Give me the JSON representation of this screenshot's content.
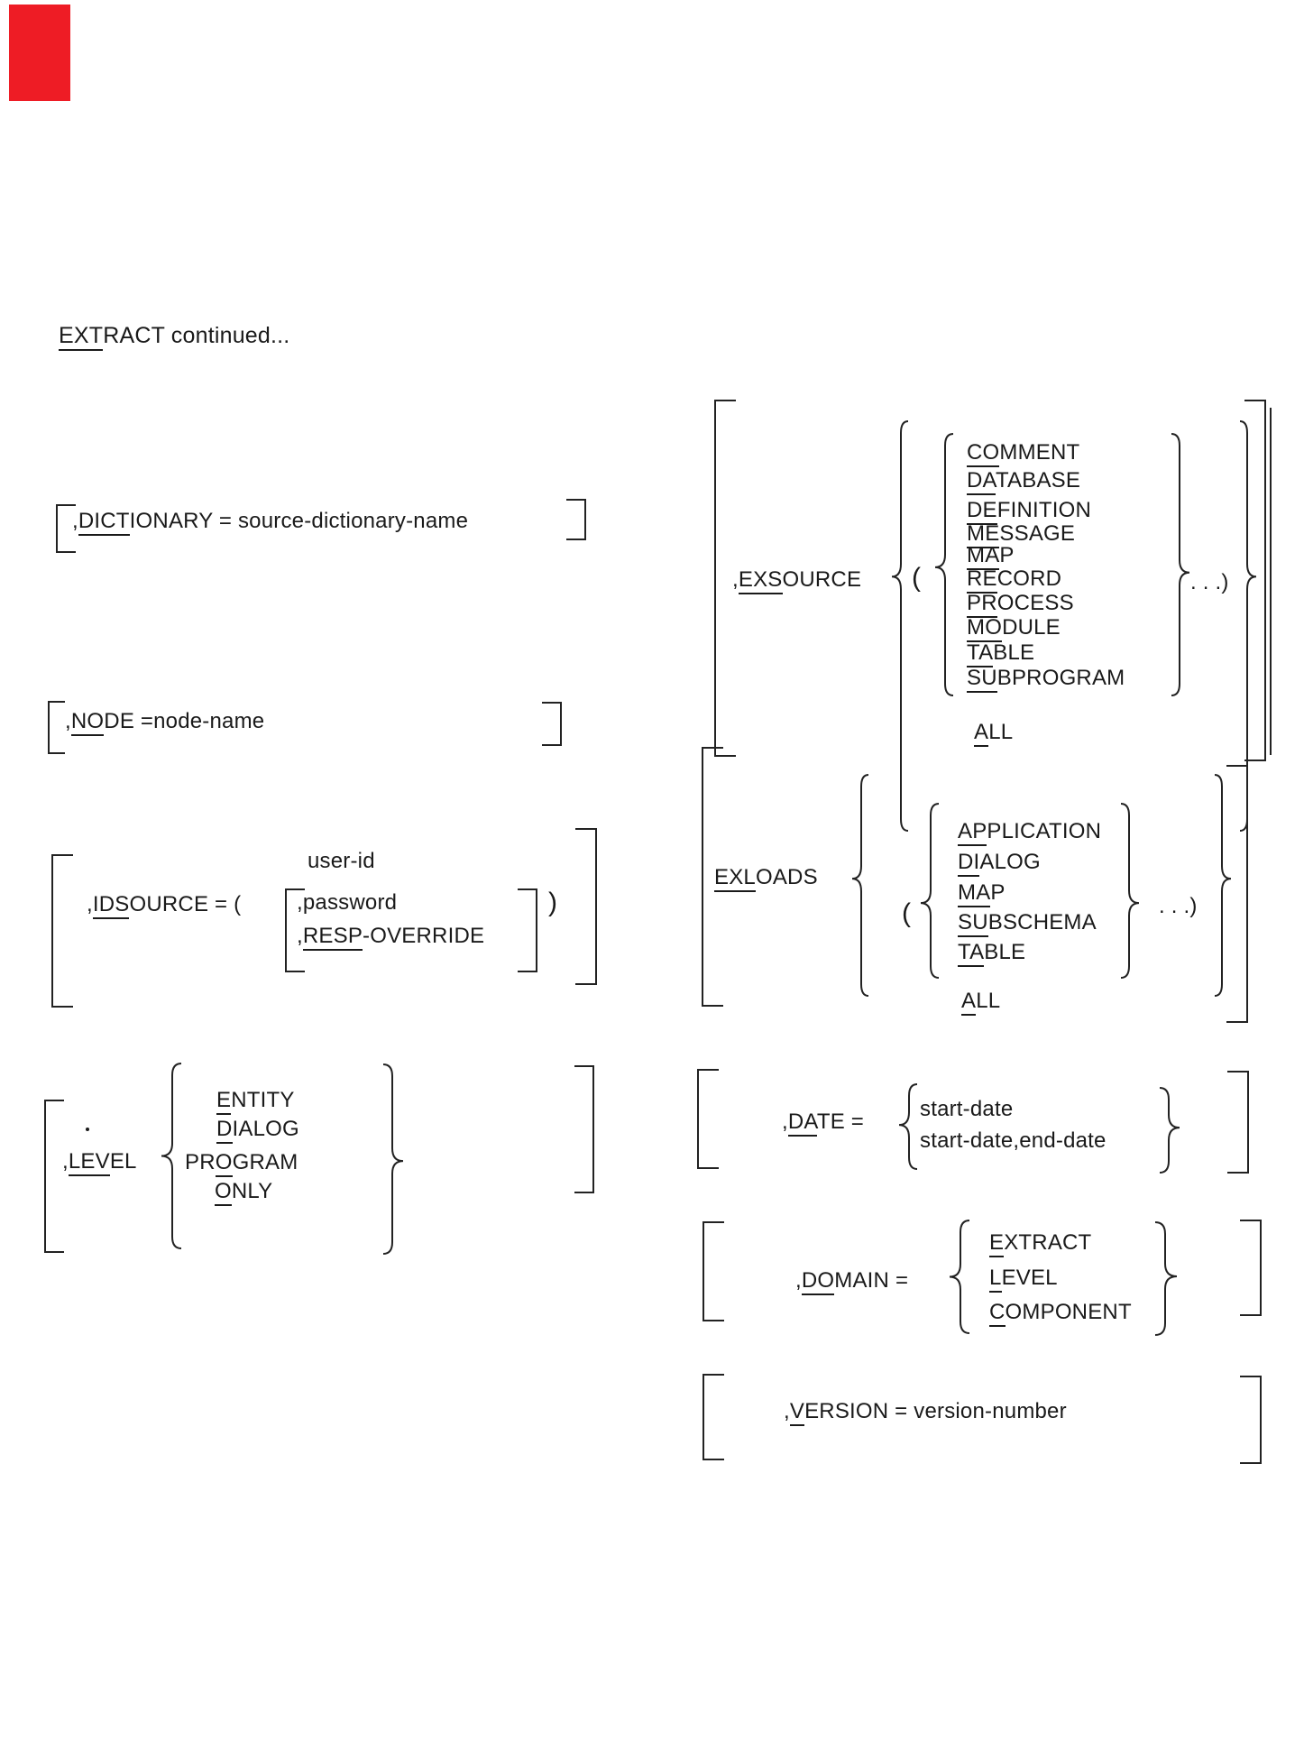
{
  "page_title": {
    "t": "EXTRACT continued...",
    "s": 0,
    "e": 3
  },
  "colors": {
    "red_mark": "#ee1c25",
    "ink": "#1a1a1a"
  },
  "dictionary": {
    "label": {
      "t": ",DICTIONARY = source-dictionary-name",
      "s": 1,
      "e": 5
    }
  },
  "node": {
    "label": {
      "t": ",NODE =node-name",
      "s": 1,
      "e": 3
    }
  },
  "idsource": {
    "label": {
      "t": ",IDSOURCE = (",
      "s": 1,
      "e": 4
    },
    "user_id": {
      "t": "user-id"
    },
    "password": {
      "t": ",password"
    },
    "resp_override": {
      "t": ",RESP-OVERRIDE",
      "s": 1,
      "e": 5
    },
    "close_paren": {
      "t": ")"
    }
  },
  "level": {
    "label": {
      "t": ",LEVEL",
      "s": 1,
      "e": 4
    },
    "options": [
      {
        "t": "ENTITY",
        "s": 0,
        "e": 1
      },
      {
        "t": "DIALOG",
        "s": 0,
        "e": 1
      },
      {
        "t": "PROGRAM",
        "s": 2,
        "e": 3
      },
      {
        "t": "ONLY",
        "s": 0,
        "e": 1
      }
    ]
  },
  "exsource": {
    "label": {
      "t": ",EXSOURCE",
      "s": 1,
      "e": 4
    },
    "open_paren": {
      "t": "("
    },
    "options": [
      {
        "t": "COMMENT",
        "s": 0,
        "e": 2
      },
      {
        "t": "DATABASE",
        "s": 0,
        "e": 2
      },
      {
        "t": "DEFINITION",
        "s": 0,
        "e": 2
      },
      {
        "t": "MESSAGE",
        "s": 0,
        "e": 2
      },
      {
        "t": "MAP",
        "s": 0,
        "e": 2
      },
      {
        "t": "RECORD",
        "s": 0,
        "e": 2
      },
      {
        "t": "PROCESS",
        "s": 0,
        "e": 2
      },
      {
        "t": "MODULE",
        "s": 0,
        "e": 2
      },
      {
        "t": "TABLE",
        "s": 0,
        "e": 2
      },
      {
        "t": "SUBPROGRAM",
        "s": 0,
        "e": 2
      }
    ],
    "repeat": {
      "t": ". . .)"
    },
    "all": {
      "t": "ALL",
      "s": 0,
      "e": 1
    }
  },
  "exloads": {
    "label": {
      "t": "EXLOADS",
      "s": 0,
      "e": 3
    },
    "open_paren": {
      "t": "("
    },
    "options": [
      {
        "t": "APPLICATION",
        "s": 0,
        "e": 2
      },
      {
        "t": "DIALOG",
        "s": 0,
        "e": 2
      },
      {
        "t": "MAP",
        "s": 0,
        "e": 2
      },
      {
        "t": "SUBSCHEMA",
        "s": 0,
        "e": 2
      },
      {
        "t": "TABLE",
        "s": 0,
        "e": 2
      }
    ],
    "repeat": {
      "t": ". . .)"
    },
    "all": {
      "t": "ALL",
      "s": 0,
      "e": 1
    }
  },
  "date": {
    "label": {
      "t": ",DATE =",
      "s": 1,
      "e": 3
    },
    "options": [
      {
        "t": "start-date"
      },
      {
        "t": "start-date,end-date"
      }
    ]
  },
  "domain": {
    "label": {
      "t": ",DOMAIN =",
      "s": 1,
      "e": 3
    },
    "options": [
      {
        "t": "EXTRACT",
        "s": 0,
        "e": 1
      },
      {
        "t": "LEVEL",
        "s": 0,
        "e": 1
      },
      {
        "t": "COMPONENT",
        "s": 0,
        "e": 1
      }
    ]
  },
  "version": {
    "label": {
      "t": ",VERSION = version-number",
      "s": 1,
      "e": 2
    }
  }
}
